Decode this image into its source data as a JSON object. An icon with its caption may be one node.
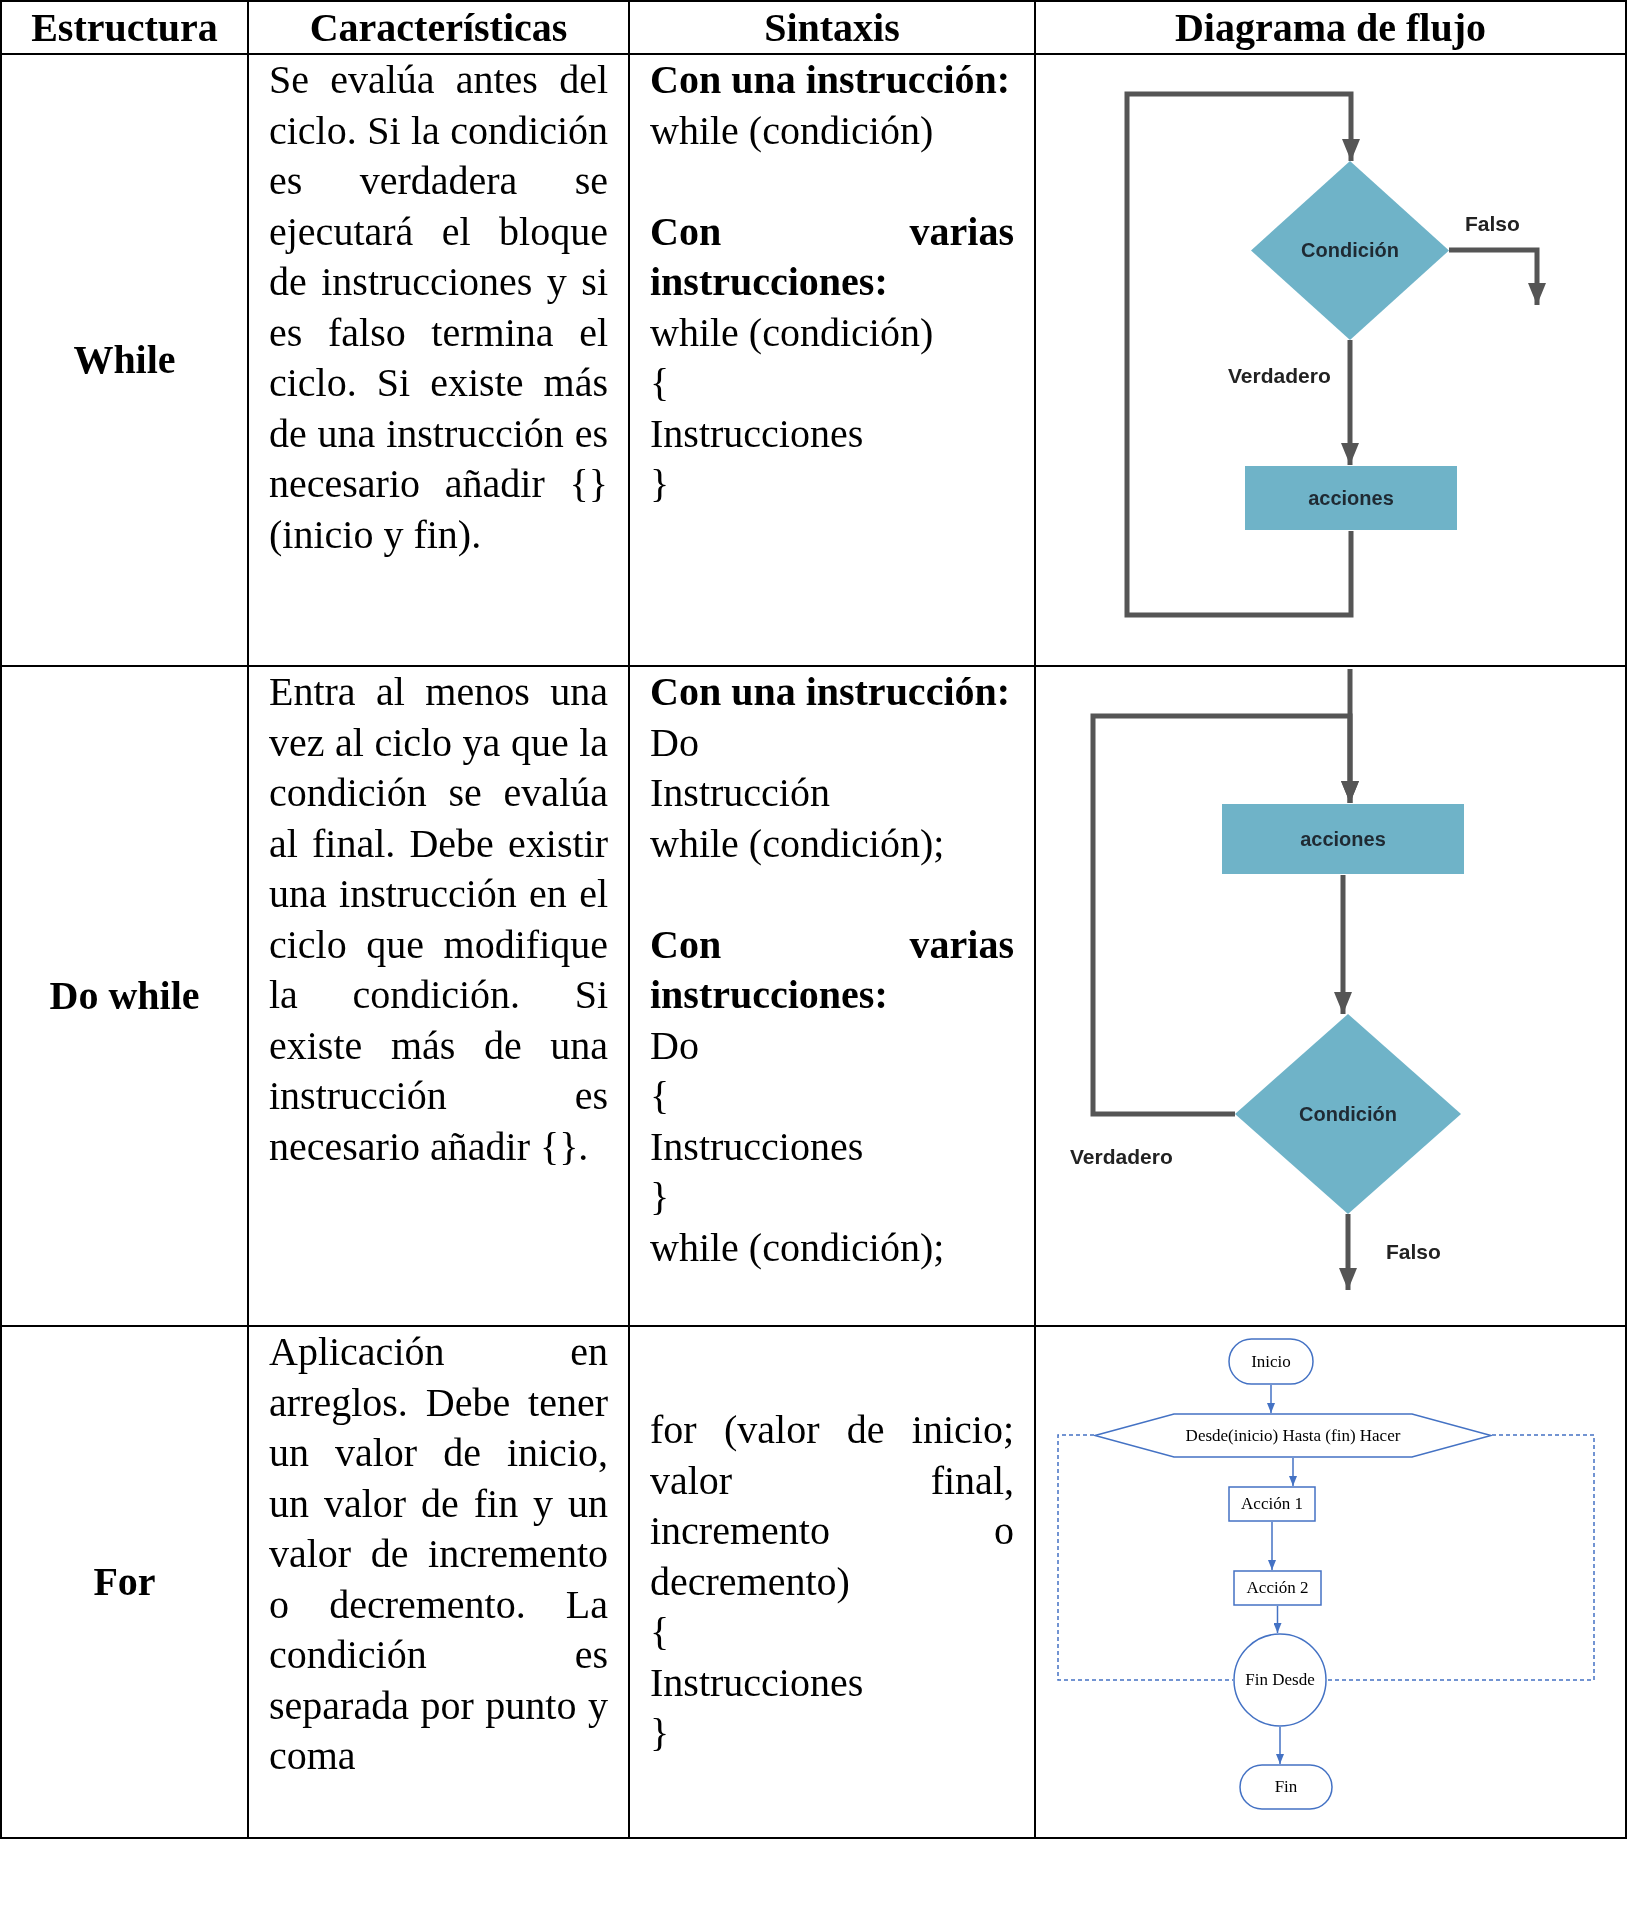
{
  "diagram": {
    "nodes": [
      {
        "text": [
          "Condición"
        ]
      },
      {
        "text": [
          "acciones"
        ]
      },
      {
        "text": [
          "acciones"
        ]
      },
      {
        "text": [
          "Condición"
        ]
      },
      {
        "text": [
          "Inicio"
        ]
      },
      {
        "text": [
          "Desde(inicio) Hasta (fin) Hacer"
        ]
      },
      {
        "text": [
          "Acción 1"
        ]
      },
      {
        "text": [
          "Acción 2"
        ]
      },
      {
        "text": [
          "Fin Desde"
        ]
      },
      {
        "text": [
          "Fin"
        ]
      }
    ],
    "edges": [
      {
        "from": 0,
        "to": 1,
        "arrow": "to",
        "label": "Verdadero",
        "style": "thick",
        "color": "#555555"
      },
      {
        "from": 1,
        "to": 0,
        "arrow": "to",
        "style": "thick",
        "color": "#555555"
      },
      {
        "from": 0,
        "to": null,
        "arrow": "to",
        "label": "Falso",
        "style": "thick",
        "color": "#555555"
      },
      {
        "from": null,
        "to": 2,
        "arrow": "to",
        "style": "thick",
        "color": "#555555"
      },
      {
        "from": 2,
        "to": 3,
        "arrow": "to",
        "style": "thick",
        "color": "#555555"
      },
      {
        "from": 3,
        "to": 2,
        "arrow": "to",
        "label": "Verdadero",
        "style": "thick",
        "color": "#555555"
      },
      {
        "from": 3,
        "to": null,
        "arrow": "to",
        "label": "Falso",
        "style": "thick",
        "color": "#555555"
      },
      {
        "from": 4,
        "to": 5,
        "arrow": "to",
        "color": "#4472c4"
      },
      {
        "from": 5,
        "to": 6,
        "arrow": "to",
        "color": "#4472c4"
      },
      {
        "from": 6,
        "to": 7,
        "arrow": "to",
        "color": "#4472c4"
      },
      {
        "from": 7,
        "to": 8,
        "arrow": "to",
        "color": "#4472c4"
      },
      {
        "from": 8,
        "to": 9,
        "arrow": "to",
        "color": "#4472c4"
      },
      {
        "from": 5,
        "to": 8,
        "arrow": "none",
        "style": "dashed",
        "color": "#4472c4"
      },
      {
        "from": 5,
        "to": 8,
        "arrow": "none",
        "style": "dashed",
        "color": "#4472c4"
      }
    ],
    "labels": [
      "Estructura",
      "Características",
      "Sintaxis",
      "Diagrama de flujo",
      "While",
      "Se evalúa antes del ciclo. Si la condición es verdadera se ejecutará el bloque de instrucciones y si es falso termina el ciclo. Si existe más de una instrucción es necesario añadir {} (inicio y fin).",
      "Con una instrucción:",
      "while (condición)",
      "Con varias instrucciones:",
      "while (condición)",
      "{",
      "Instrucciones",
      "}",
      "Do while",
      "Entra al menos una vez al ciclo ya que la condición se evalúa al final. Debe existir una instrucción en el ciclo que modifique la condición. Si existe más de una instrucción es necesario añadir {}.",
      "Con una instrucción:",
      "Do",
      "Instrucción",
      "while (condición);",
      "Con varias instrucciones:",
      "Do",
      "{",
      "Instrucciones",
      "}",
      "while (condición);",
      "For",
      "Aplicación en arreglos. Debe tener un valor de inicio, un valor de fin y un valor de incremento o decremento. La condición es separada por punto y coma",
      "for (valor de inicio; valor final, incremento o decremento)",
      "{",
      "Instrucciones",
      "}"
    ]
  }
}
